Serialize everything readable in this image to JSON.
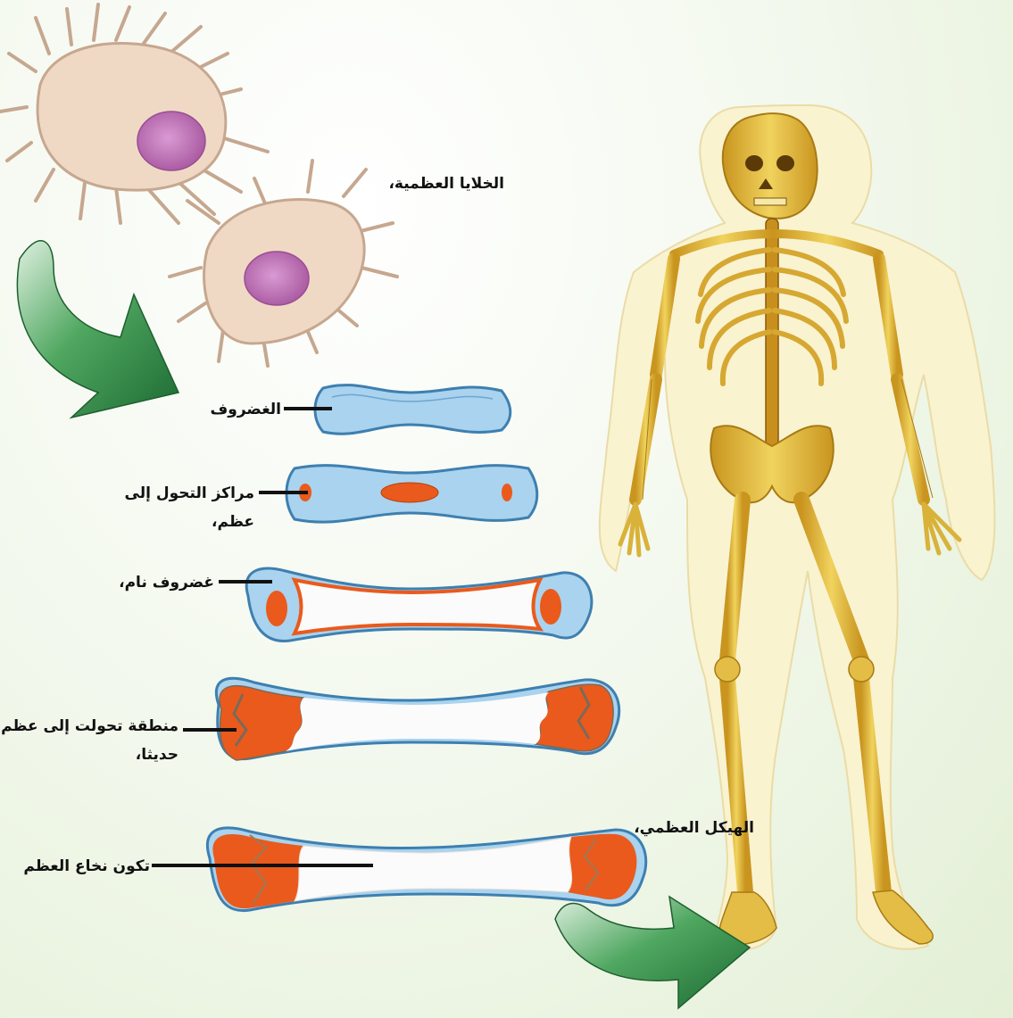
{
  "labels": {
    "bone_cells": "الخلايا العظمية،",
    "cartilage": "الغضروف",
    "ossification_centers_line1": "مراكز التحول إلى",
    "ossification_centers_line2": "عظم،",
    "growing_cartilage": "غضروف نام،",
    "new_bone_zone_line1": "منطقة تحولت إلى عظم",
    "new_bone_zone_line2": "حديثا،",
    "marrow_formation": "تكون نخاع العظم",
    "skeleton": "الهيكل العظمي،"
  },
  "colors": {
    "cartilage": "#a9d3ee",
    "cartilage_edge": "#3e7fb0",
    "bone_orange": "#ea5a1c",
    "marrow_white": "#fbfbfb",
    "skeleton_yellow": "#d9b23a",
    "body_outline": "#fbf3cf",
    "arrow_green": "#2f8a45",
    "cell_body": "#efd9c5",
    "nucleus": "#c985c4"
  }
}
